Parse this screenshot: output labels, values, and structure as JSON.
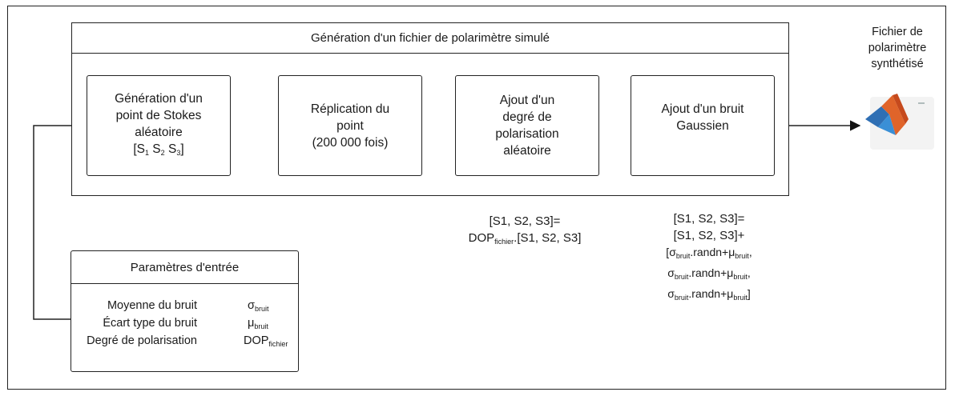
{
  "diagram": {
    "main_title": "Génération d'un fichier de polarimètre simulé",
    "steps": [
      {
        "lines": [
          "Génération d'un",
          "point de Stokes",
          "aléatoire"
        ],
        "extra": [
          "[S",
          "1",
          " S",
          "2",
          " S",
          "3",
          "]"
        ]
      },
      {
        "lines": [
          "Réplication du",
          "point",
          "(200 000 fois)"
        ]
      },
      {
        "lines": [
          "Ajout d'un",
          "degré de",
          "polarisation",
          "aléatoire"
        ]
      },
      {
        "lines": [
          "Ajout d'un bruit",
          "Gaussien"
        ]
      }
    ],
    "output": {
      "label_lines": [
        "Fichier de",
        "polarimètre",
        "synthétisé"
      ],
      "icon": "matlab-icon"
    },
    "formula_dop": {
      "line1": "[S1, S2, S3]=",
      "line2_prefix": "DOP",
      "line2_sub": "fichier",
      "line2_suffix": ".[S1, S2, S3]"
    },
    "formula_noise": {
      "line1": "[S1, S2, S3]=",
      "line2": "[S1, S2, S3]+",
      "rows": [
        {
          "open": "[",
          "sigma": "σ",
          "sigma_sub": "bruit",
          "mid": ".randn+μ",
          "mu_sub": "bruit",
          "close": ","
        },
        {
          "open": "",
          "sigma": "σ",
          "sigma_sub": "bruit",
          "mid": ".randn+μ",
          "mu_sub": "bruit",
          "close": ","
        },
        {
          "open": "",
          "sigma": "σ",
          "sigma_sub": "bruit",
          "mid": ".randn+μ",
          "mu_sub": "bruit",
          "close": "]"
        }
      ]
    },
    "params": {
      "title": "Paramètres d'entrée",
      "rows": [
        {
          "label": "Moyenne du bruit",
          "symbol": "σ",
          "symbol_sub": "bruit"
        },
        {
          "label": "Écart type du bruit",
          "symbol": "μ",
          "symbol_sub": "bruit"
        },
        {
          "label": "Degré de polarisation",
          "symbol": "DOP",
          "symbol_sub": "fichier"
        }
      ]
    }
  }
}
